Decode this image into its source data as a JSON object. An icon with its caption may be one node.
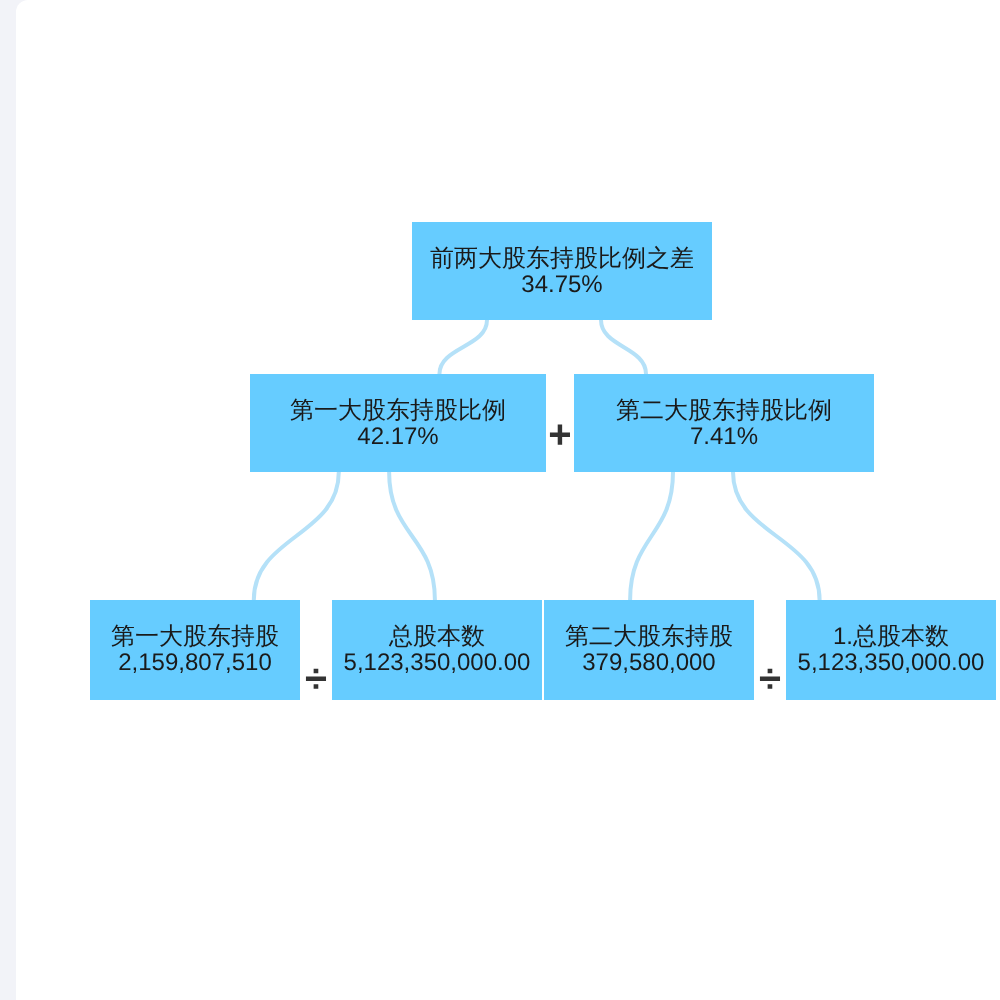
{
  "diagram": {
    "nodes": [
      {
        "text": [
          "前两大股东持股比例之差",
          "34.75%"
        ]
      },
      {
        "text": [
          "第一大股东持股比例",
          "42.17%"
        ]
      },
      {
        "text": [
          "第二大股东持股比例",
          "7.41%"
        ]
      },
      {
        "text": [
          "第一大股东持股",
          "2,159,807,510"
        ]
      },
      {
        "text": [
          "总股本数",
          "5,123,350,000.00"
        ]
      },
      {
        "text": [
          "第二大股东持股",
          "379,580,000"
        ]
      },
      {
        "text": [
          "1.总股本数",
          "5,123,350,000.00"
        ]
      }
    ],
    "edges": [
      {
        "from": 0,
        "to": 1,
        "arrow": "none"
      },
      {
        "from": 0,
        "to": 2,
        "arrow": "none"
      },
      {
        "from": 1,
        "to": 3,
        "arrow": "none"
      },
      {
        "from": 1,
        "to": 4,
        "arrow": "none"
      },
      {
        "from": 2,
        "to": 5,
        "arrow": "none"
      },
      {
        "from": 2,
        "to": 6,
        "arrow": "none"
      }
    ],
    "labels": [
      "+",
      "÷",
      "÷"
    ]
  }
}
